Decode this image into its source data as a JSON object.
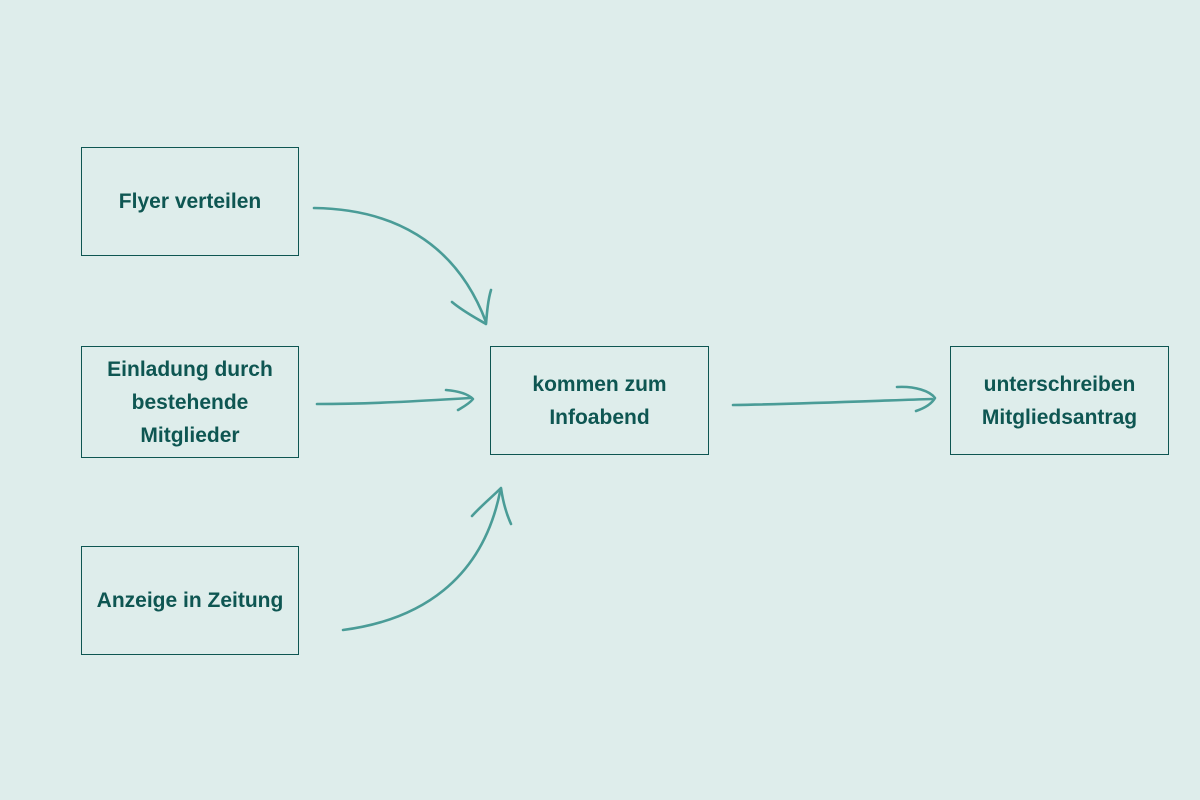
{
  "colors": {
    "background": "#deedeb",
    "node_border": "#0e5652",
    "node_text": "#0e5652",
    "arrow": "#4a9c97"
  },
  "nodes": {
    "flyer": "Flyer verteilen",
    "einladung": "Einladung durch\nbestehende\nMitglieder",
    "anzeige": "Anzeige in Zeitung",
    "infoabend": "kommen zum\nInfoabend",
    "mitgliedsantrag": "unterschreiben\nMitgliedsantrag"
  },
  "edges": [
    {
      "from": "flyer",
      "to": "infoabend"
    },
    {
      "from": "einladung",
      "to": "infoabend"
    },
    {
      "from": "anzeige",
      "to": "infoabend"
    },
    {
      "from": "infoabend",
      "to": "mitgliedsantrag"
    }
  ]
}
